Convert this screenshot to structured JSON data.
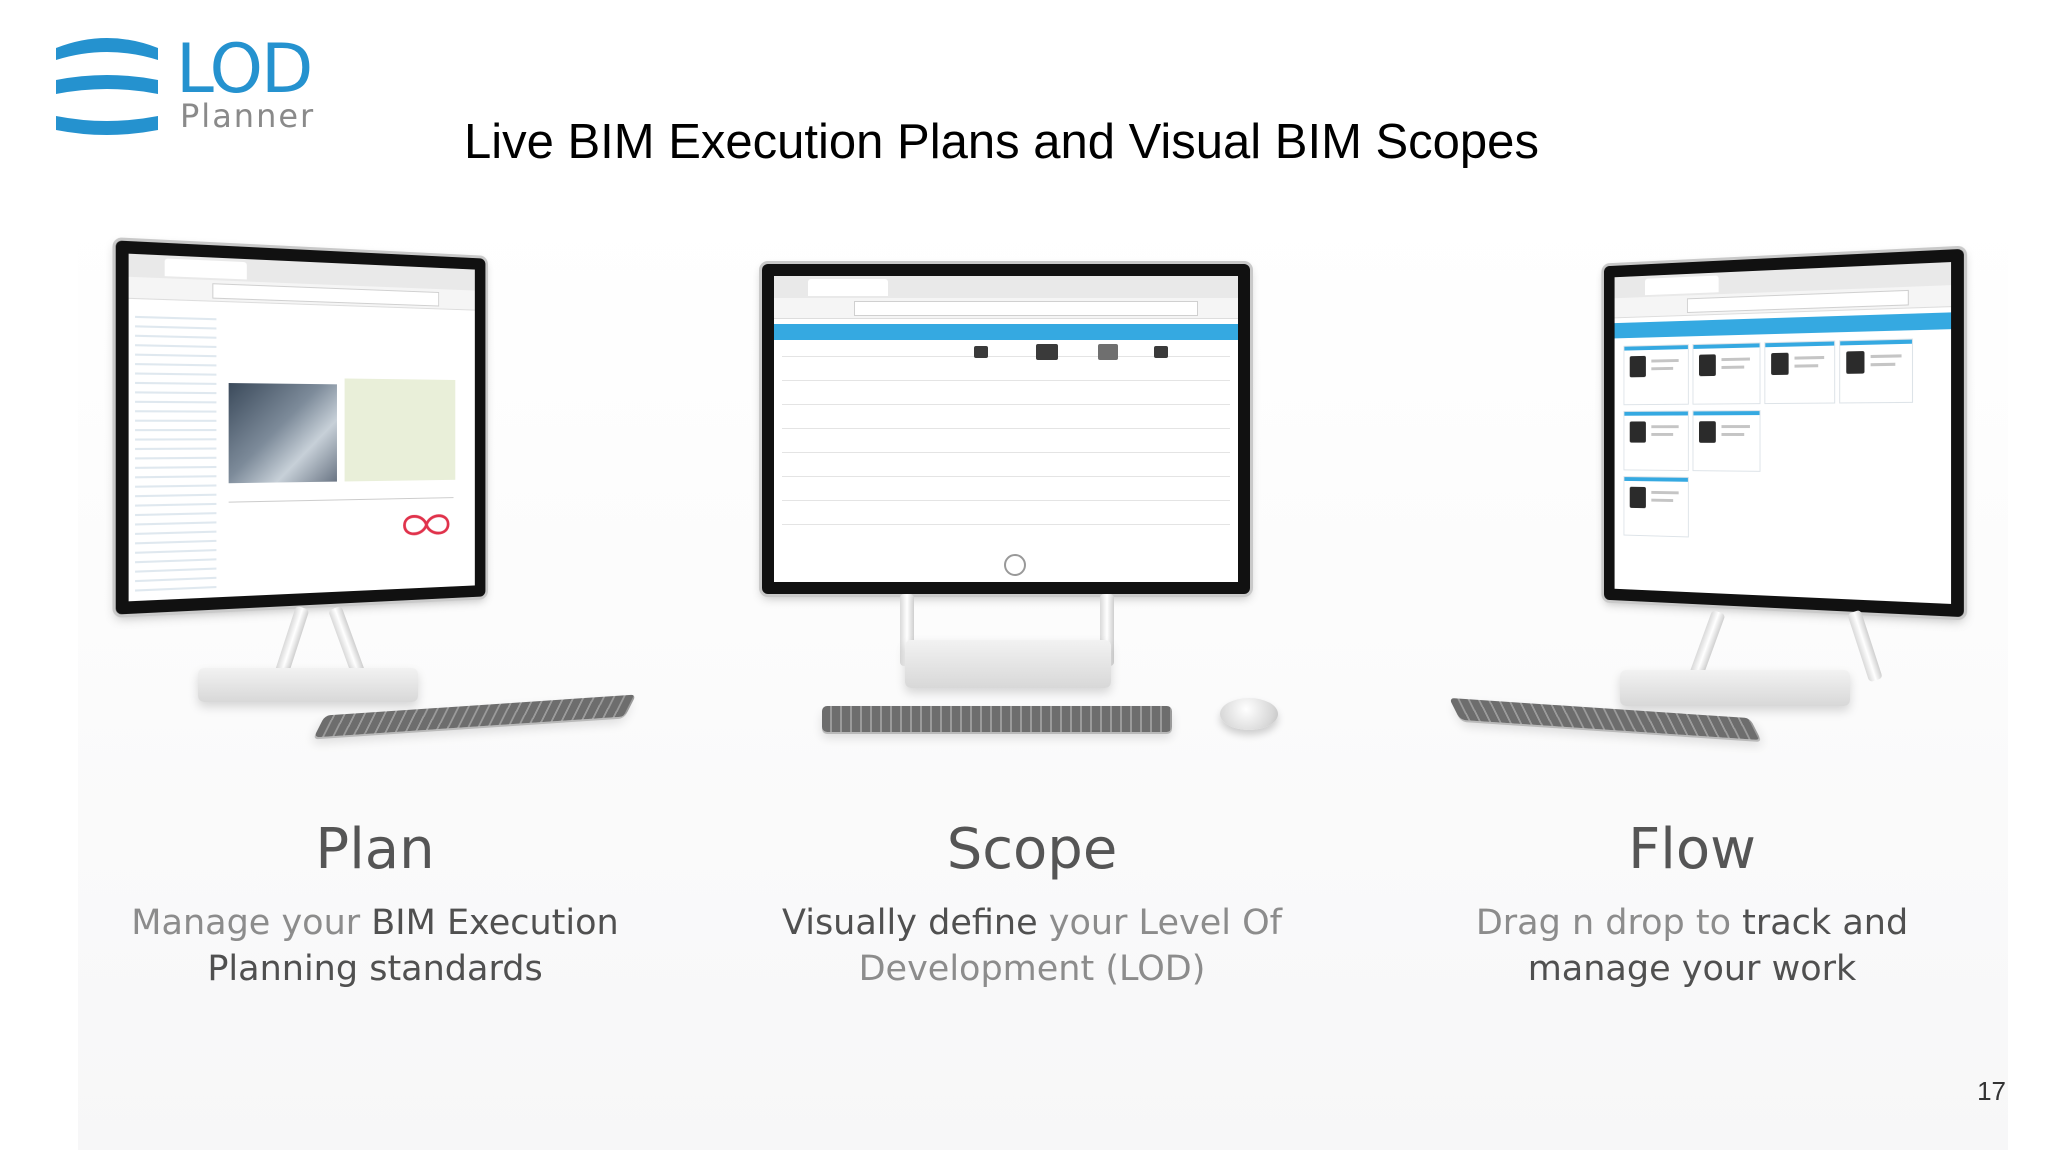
{
  "slide": {
    "title": "Live BIM Execution Plans and Visual BIM Scopes",
    "page_number": "17"
  },
  "logo": {
    "word": "LOD",
    "sub": "Planner",
    "color": "#2592cf"
  },
  "features": [
    {
      "title": "Plan",
      "line1_pre": "Manage your ",
      "line1_bold": "BIM Execution",
      "line2_bold": "Planning standards"
    },
    {
      "title": "Scope",
      "line1_bold": "Visually define",
      "line1_post": " your Level Of",
      "line2": "Development (LOD)"
    },
    {
      "title": "Flow",
      "line1_pre": "Drag n drop to ",
      "line1_bold": "track and",
      "line2_bold": "manage your work"
    }
  ],
  "colors": {
    "accent_blue": "#35a9e1",
    "caption_gray": "#8c8c8c",
    "caption_dark": "#505050"
  }
}
